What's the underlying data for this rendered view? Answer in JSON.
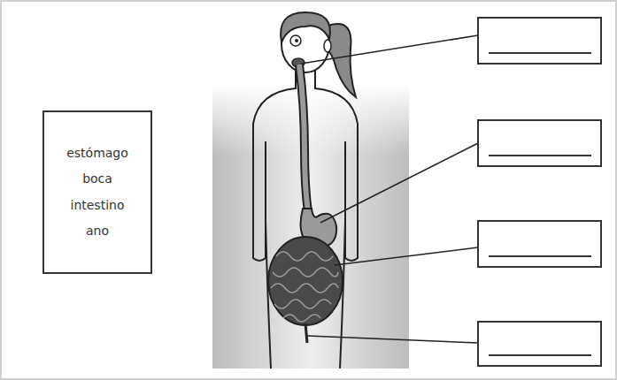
{
  "diagram": {
    "nodes": [
      {
        "text": [
          "estómago",
          "boca",
          "intestino",
          "ano"
        ]
      }
    ]
  }
}
